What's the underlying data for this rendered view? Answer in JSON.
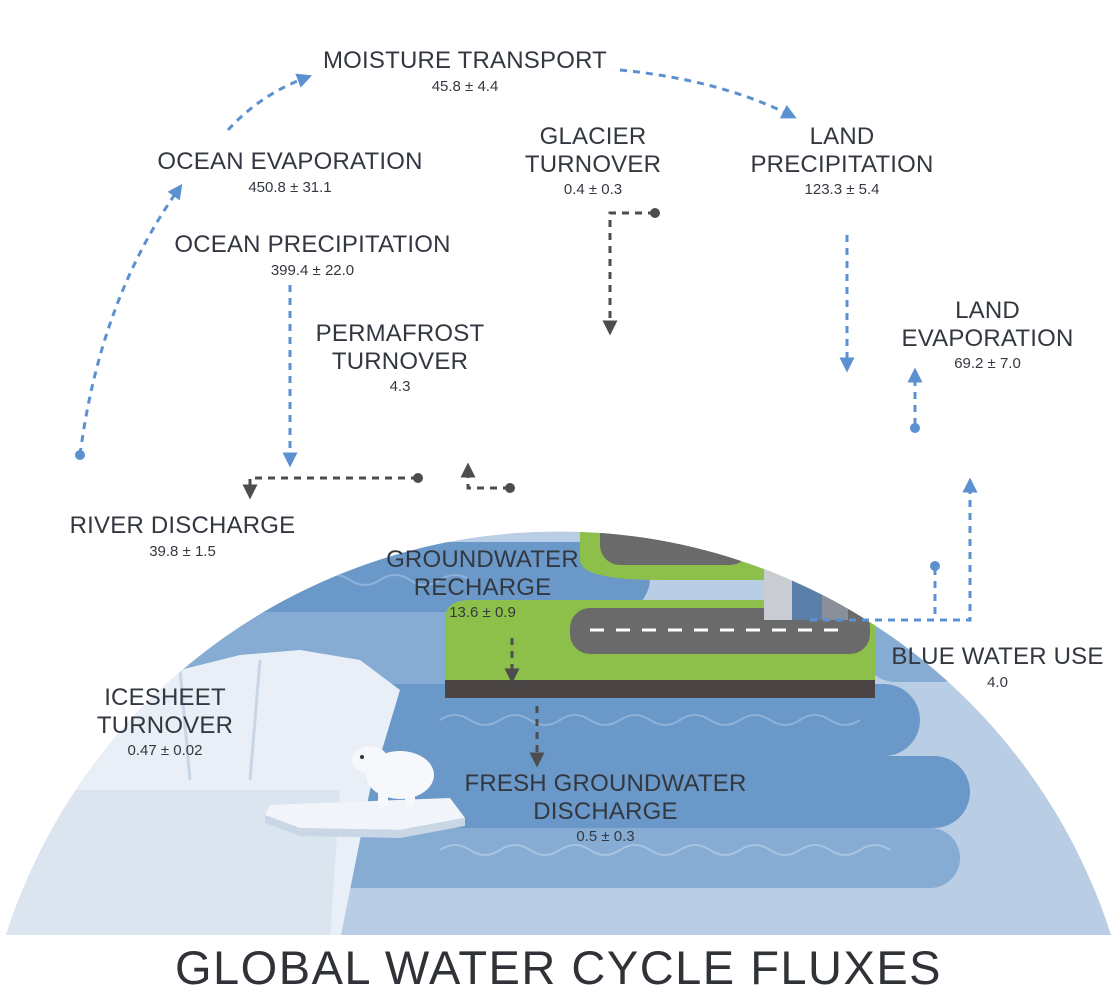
{
  "title": "GLOBAL WATER CYCLE FLUXES",
  "colors": {
    "sky": "#b9cde4",
    "ocean": "#7fa6cf",
    "ocean_band": "#5f8fc2",
    "land_green": "#8cc04b",
    "mountain": "#6d7590",
    "arrow_blue": "#5b91d0",
    "arrow_dark": "#4d4d4d"
  },
  "labels": {
    "moisture_transport": {
      "name": "MOISTURE TRANSPORT",
      "value": "45.8 ± 4.4"
    },
    "glacier_turnover": {
      "name": [
        "GLACIER",
        "TURNOVER"
      ],
      "value": "0.4 ± 0.3"
    },
    "land_precipitation": {
      "name": [
        "LAND",
        "PRECIPITATION"
      ],
      "value": "123.3 ± 5.4"
    },
    "ocean_evaporation": {
      "name": "OCEAN EVAPORATION",
      "value": "450.8 ± 31.1"
    },
    "ocean_precipitation": {
      "name": "OCEAN PRECIPITATION",
      "value": "399.4 ± 22.0"
    },
    "permafrost_turnover": {
      "name": [
        "PERMAFROST",
        "TURNOVER"
      ],
      "value": "4.3"
    },
    "land_evaporation": {
      "name": [
        "LAND",
        "EVAPORATION"
      ],
      "value": "69.2 ± 7.0"
    },
    "river_discharge": {
      "name": "RIVER DISCHARGE",
      "value": "39.8 ± 1.5"
    },
    "groundwater_recharge": {
      "name": [
        "GROUNDWATER",
        "RECHARGE"
      ],
      "value": "13.6 ± 0.9"
    },
    "blue_water_use": {
      "name": "BLUE WATER USE",
      "value": "4.0"
    },
    "icesheet_turnover": {
      "name": [
        "ICESHEET",
        "TURNOVER"
      ],
      "value": "0.47 ± 0.02"
    },
    "fresh_groundwater_discharge": {
      "name": [
        "FRESH GROUNDWATER",
        "DISCHARGE"
      ],
      "value": "0.5 ± 0.3"
    }
  }
}
